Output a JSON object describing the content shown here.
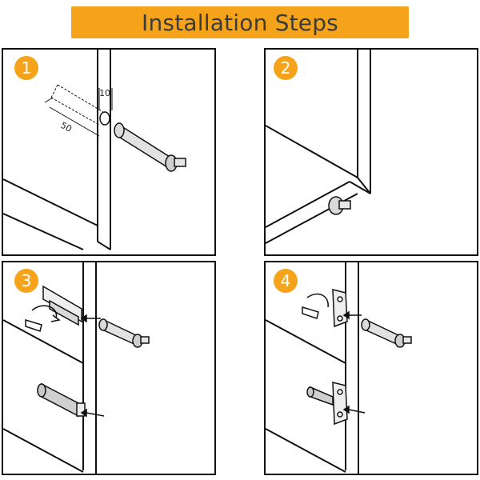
{
  "header": {
    "title": "Installation Steps"
  },
  "steps": [
    {
      "number": "1",
      "dim_depth": "10",
      "dim_length": "50"
    },
    {
      "number": "2"
    },
    {
      "number": "3"
    },
    {
      "number": "4"
    }
  ],
  "colors": {
    "accent": "#f5a31a",
    "line": "#111111",
    "part_shade": "#d9d9d9"
  }
}
